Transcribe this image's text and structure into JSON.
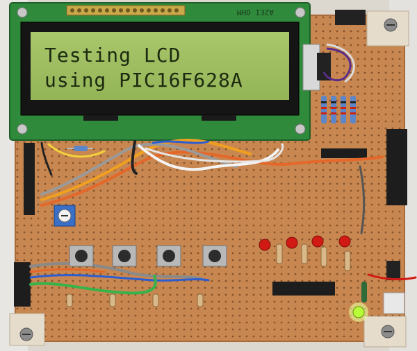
{
  "lcd": {
    "line1": "Testing LCD",
    "line2": "using PIC16F628A",
    "silkscreen": "A2ƐI OHM"
  },
  "colors": {
    "board": "#c9874f",
    "lcd_pcb": "#2f8a3c",
    "lcd_screen": "#9fbe61",
    "led_red": "#d11a14",
    "led_green": "#b8ff3a"
  }
}
